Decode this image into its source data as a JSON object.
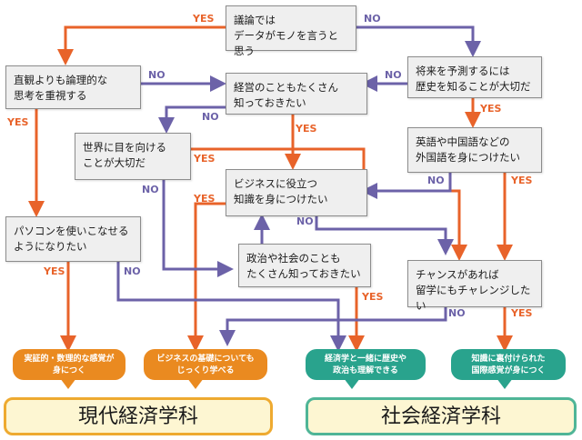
{
  "labels": {
    "yes": "YES",
    "no": "NO"
  },
  "questions": {
    "q1": "議論では\nデータがモノを言うと思う",
    "q2": "直観よりも論理的な\n思考を重視する",
    "q3": "経営のこともたくさん\n知っておきたい",
    "q4": "将来を予測するには\n歴史を知ることが大切だ",
    "q5": "世界に目を向ける\nことが大切だ",
    "q6": "英語や中国語などの\n外国語を身につけたい",
    "q7": "ビジネスに役立つ\n知識を身につけたい",
    "q8": "パソコンを使いこなせる\nようになりたい",
    "q9": "政治や社会のことも\nたくさん知っておきたい",
    "q10": "チャンスがあれば\n留学にもチャレンジしたい"
  },
  "results": {
    "r1": "実証的・数理的な感覚が\n身につく",
    "r2": "ビジネスの基礎についても\nじっくり学べる",
    "r3": "経済学と一緒に歴史や\n政治も理解できる",
    "r4": "知識に裏付けられた\n国際感覚が身につく"
  },
  "departments": {
    "economics": "現代経済学科",
    "social": "社会経済学科"
  },
  "colors": {
    "yes": "#e8632a",
    "no": "#6c62a8",
    "orange": "#ea8a20",
    "green": "#29a38d"
  }
}
